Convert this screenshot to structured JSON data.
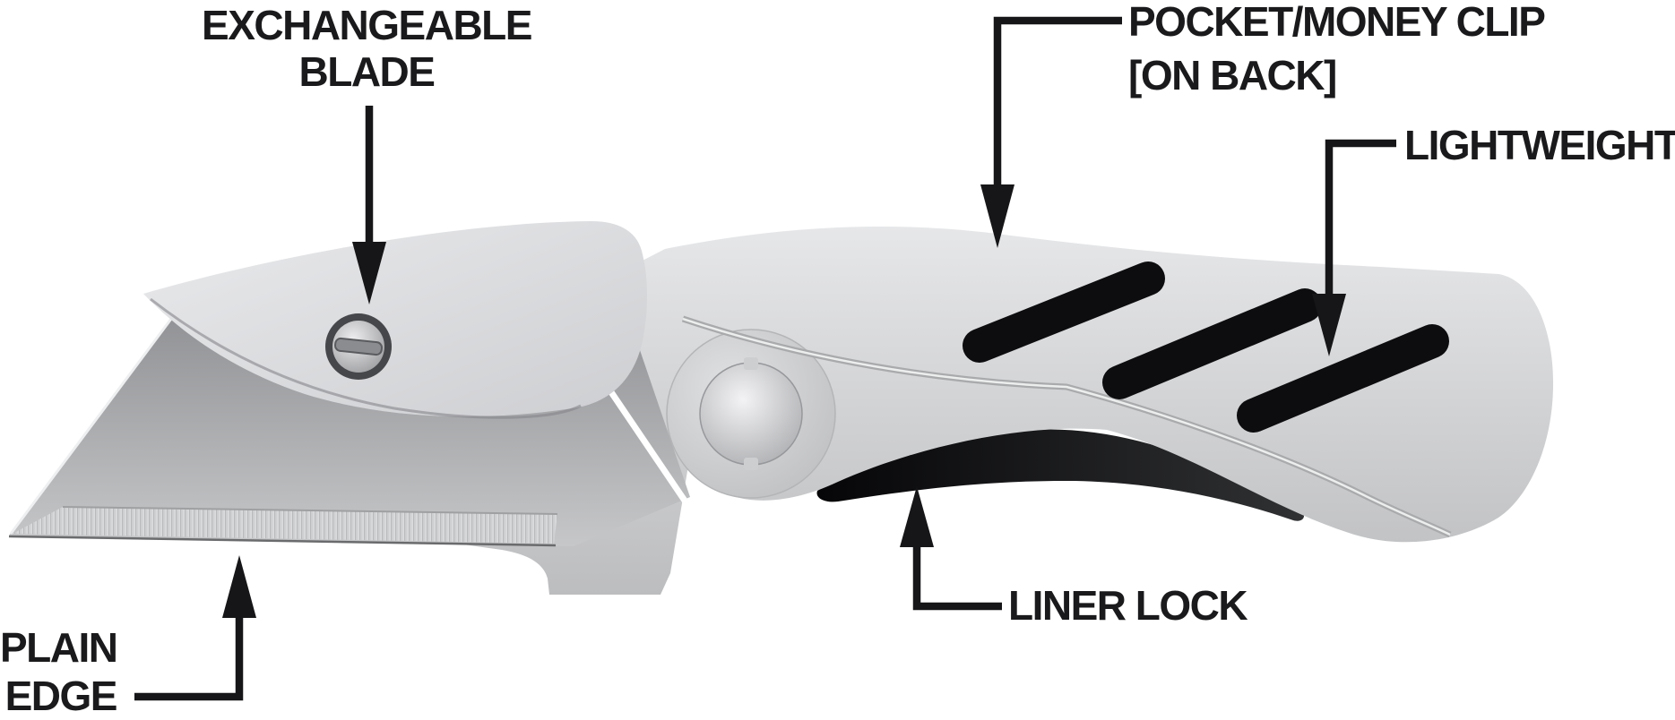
{
  "diagram": {
    "illustration_alt": "Folding pocket utility knife shown open from the side: exposed trapezoid razor blade on the left held by a curved bolster with a slotted screw, round pivot in the middle, and a curved lightweight handle with three diagonal cutout slots on the right",
    "labels": {
      "exchangeable_blade": {
        "line1": "EXCHANGEABLE",
        "line2": "BLADE",
        "target": "blade retaining screw"
      },
      "pocket_money_clip": {
        "line1": "POCKET/MONEY CLIP",
        "line2": "[ON BACK]",
        "target": "handle spine"
      },
      "lightweight": {
        "line1": "LIGHTWEIGHT",
        "line2": "",
        "target": "handle cutout slots"
      },
      "liner_lock": {
        "line1": "LINER LOCK",
        "line2": "",
        "target": "lock bar under handle"
      },
      "plain_edge": {
        "line1": "PLAIN",
        "line2": "EDGE",
        "target": "blade cutting edge"
      }
    },
    "colors": {
      "background": "#ffffff",
      "label_text": "#1a1a1c",
      "connector": "#161618",
      "handle_light": "#e4e5e7",
      "handle_mid": "#c9cacc",
      "blade_dark": "#98999c",
      "blade_light": "#c6c7c9",
      "slot_black": "#0d0d0f"
    }
  }
}
